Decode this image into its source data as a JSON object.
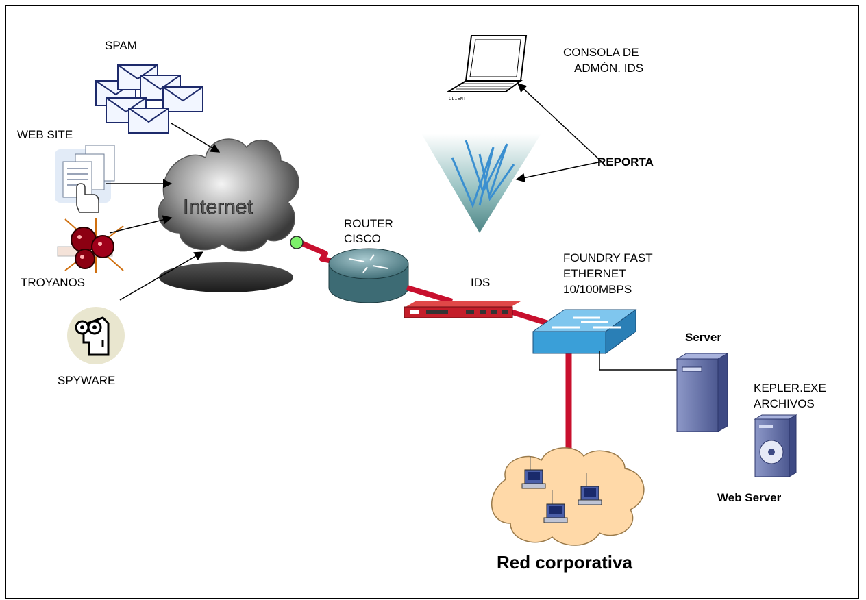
{
  "labels": {
    "spam": "SPAM",
    "web_site": "WEB SITE",
    "troyanos": "TROYANOS",
    "spyware": "SPYWARE",
    "internet": "Internet",
    "router_line1": "ROUTER",
    "router_line2": "CISCO",
    "ids": "IDS",
    "consola_line1": "CONSOLA DE",
    "consola_line2": "ADMÓN. IDS",
    "client": "CLIENT",
    "reporta": "REPORTA",
    "switch_line1": "FOUNDRY FAST",
    "switch_line2": "ETHERNET",
    "switch_line3": "10/100MBPS",
    "server": "Server",
    "kepler_line1": "KEPLER.EXE",
    "kepler_line2": "ARCHIVOS",
    "web_server": "Web Server",
    "red_corporativa": "Red corporativa"
  },
  "colors": {
    "cable_red": "#c8102e",
    "switch_blue": "#3a9fd8",
    "router_teal": "#5f8f99",
    "cloud_orange": "#ffd9a8",
    "server_blue": "#6b78b0",
    "link_green": "#7cf06a"
  }
}
